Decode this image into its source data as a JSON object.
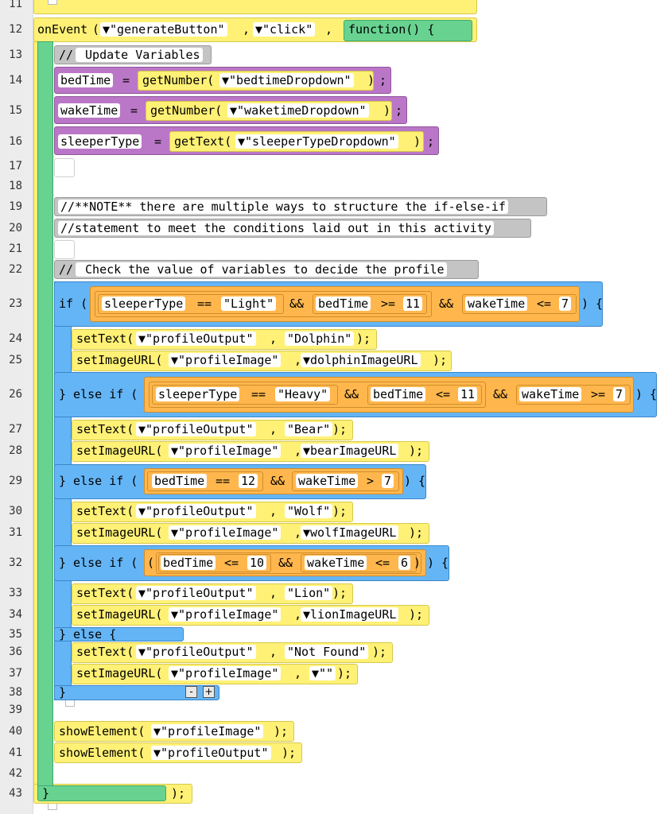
{
  "line_numbers": [
    "11",
    "12",
    "13",
    "14",
    "15",
    "16",
    "17",
    "18",
    "19",
    "20",
    "21",
    "22",
    "23",
    "24",
    "25",
    "26",
    "27",
    "28",
    "29",
    "30",
    "31",
    "32",
    "33",
    "34",
    "35",
    "36",
    "37",
    "38",
    "39",
    "40",
    "41",
    "42",
    "43"
  ],
  "dropdown_arrow": "▼",
  "colors": {
    "event": "#fff176",
    "variable": "#bb77c7",
    "function": "#68d391",
    "control": "#64b5f6",
    "math": "#ffb74d",
    "comment": "#c4c4c4"
  },
  "ln12": {
    "kw": "onEvent",
    "open": "(",
    "a1": "\"generateButton\"",
    "comma": ",",
    "a2": "\"click\"",
    "comma2": ",",
    "fn": "function() {"
  },
  "ln13": {
    "slash": "//",
    "text": " Update Variables"
  },
  "ln14": {
    "var": "bedTime",
    "eq": "=",
    "fn": "getNumber(",
    "arg": "\"bedtimeDropdown\"",
    "close": ")",
    "semi": ";"
  },
  "ln15": {
    "var": "wakeTime",
    "eq": "=",
    "fn": "getNumber(",
    "arg": "\"waketimeDropdown\"",
    "close": ")",
    "semi": ";"
  },
  "ln16": {
    "var": "sleeperType",
    "eq": "=",
    "fn": "getText(",
    "arg": "\"sleeperTypeDropdown\"",
    "close": ")",
    "semi": ";"
  },
  "ln19": {
    "text": "//**NOTE** there are multiple ways to structure the if-else-if"
  },
  "ln20": {
    "text": "//statement to meet the conditions laid out in this activity"
  },
  "ln22": {
    "slash": "//",
    "text": " Check the value of variables to decide the profile"
  },
  "ln23": {
    "kw": "if (",
    "c1l": "sleeperType",
    "c1op": "==",
    "c1r": "\"Light\"",
    "and1": "&&",
    "c2l": "bedTime",
    "c2op": ">=",
    "c2r": "11",
    "and2": "&&",
    "c3l": "wakeTime",
    "c3op": "<=",
    "c3r": "7",
    "close": ") {"
  },
  "ln24": {
    "fn": "setText(",
    "a1": "\"profileOutput\"",
    "comma": ",",
    "a2": "\"Dolphin\"",
    "close": ");"
  },
  "ln25": {
    "fn": "setImageURL(",
    "a1": "\"profileImage\"",
    "comma": ",",
    "a2": "dolphinImageURL",
    "close": ");"
  },
  "ln26": {
    "kw": "} else if (",
    "c1l": "sleeperType",
    "c1op": "==",
    "c1r": "\"Heavy\"",
    "and1": "&&",
    "c2l": "bedTime",
    "c2op": "<=",
    "c2r": "11",
    "and2": "&&",
    "c3l": "wakeTime",
    "c3op": ">=",
    "c3r": "7",
    "close": ") {"
  },
  "ln27": {
    "fn": "setText(",
    "a1": "\"profileOutput\"",
    "comma": ",",
    "a2": "\"Bear\"",
    "close": ");"
  },
  "ln28": {
    "fn": "setImageURL(",
    "a1": "\"profileImage\"",
    "comma": ",",
    "a2": "bearImageURL",
    "close": ");"
  },
  "ln29": {
    "kw": "} else if (",
    "c1l": "bedTime",
    "c1op": "==",
    "c1r": "12",
    "and1": "&&",
    "c2l": "wakeTime",
    "c2op": ">",
    "c2r": "7",
    "close": ") {"
  },
  "ln30": {
    "fn": "setText(",
    "a1": "\"profileOutput\"",
    "comma": ",",
    "a2": "\"Wolf\"",
    "close": ");"
  },
  "ln31": {
    "fn": "setImageURL(",
    "a1": "\"profileImage\"",
    "comma": ",",
    "a2": "wolfImageURL",
    "close": ");"
  },
  "ln32": {
    "kw": "} else if (",
    "paren": "(",
    "c1l": "bedTime",
    "c1op": "<=",
    "c1r": "10",
    "and1": "&&",
    "c2l": "wakeTime",
    "c2op": "<=",
    "c2r": "6",
    "paren2": ")",
    "close": ") {"
  },
  "ln33": {
    "fn": "setText(",
    "a1": "\"profileOutput\"",
    "comma": ",",
    "a2": "\"Lion\"",
    "close": ");"
  },
  "ln34": {
    "fn": "setImageURL(",
    "a1": "\"profileImage\"",
    "comma": ",",
    "a2": "lionImageURL",
    "close": ");"
  },
  "ln35": {
    "kw": "} else {"
  },
  "ln36": {
    "fn": "setText(",
    "a1": "\"profileOutput\"",
    "comma": ",",
    "a2": "\"Not Found\"",
    "close": ");"
  },
  "ln37": {
    "fn": "setImageURL(",
    "a1": "\"profileImage\"",
    "comma": ",",
    "a2": "\"\"",
    "close": ");"
  },
  "ln38": {
    "kw": "}",
    "minus": "-",
    "plus": "+"
  },
  "ln40": {
    "fn": "showElement(",
    "a1": "\"profileImage\"",
    "close": ");"
  },
  "ln41": {
    "fn": "showElement(",
    "a1": "\"profileOutput\"",
    "close": ");"
  },
  "ln43": {
    "kw": "}",
    "close": ");"
  }
}
